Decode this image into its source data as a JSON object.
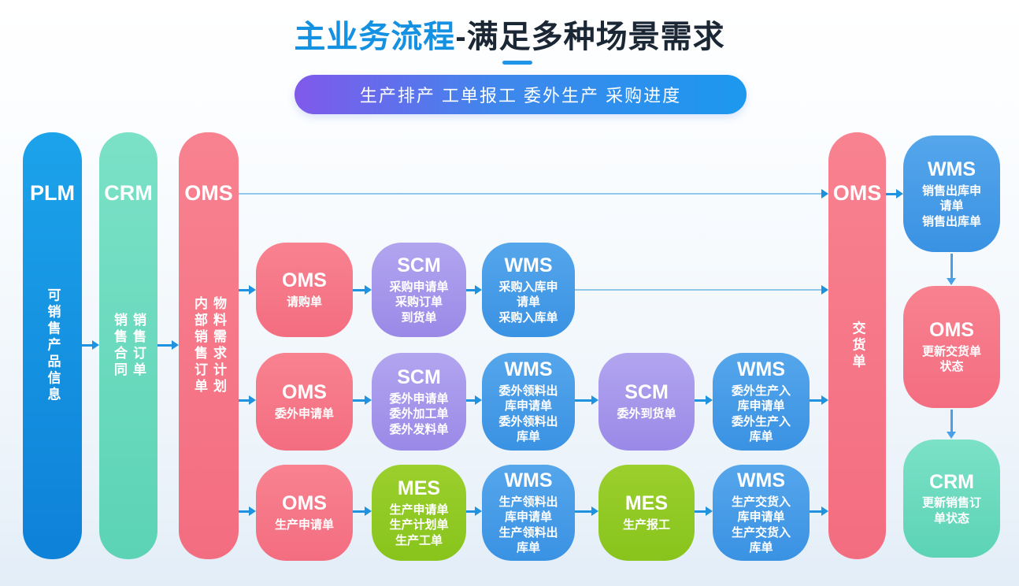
{
  "title": {
    "highlight": "主业务流程",
    "rest": "-满足多种场景需求"
  },
  "pill": {
    "text": "生产排产 工单报工 委外生产 采购进度"
  },
  "left_bars": [
    {
      "heading": "PLM",
      "vertical_text": [
        "可销售产品信息"
      ]
    },
    {
      "heading": "CRM",
      "vertical_text": [
        "销售订单",
        "销售合同"
      ]
    },
    {
      "heading": "OMS",
      "vertical_text": [
        "物料需求计划",
        "内部销售订单"
      ]
    }
  ],
  "flow_rows": [
    {
      "name": "procurement",
      "boxes": [
        {
          "system": "OMS",
          "docs": [
            "请购单"
          ]
        },
        {
          "system": "SCM",
          "docs": [
            "采购申请单",
            "采购订单",
            "到货单"
          ]
        },
        {
          "system": "WMS",
          "docs": [
            "采购入库申请单",
            "采购入库单"
          ]
        }
      ]
    },
    {
      "name": "outsourcing",
      "boxes": [
        {
          "system": "OMS",
          "docs": [
            "委外申请单"
          ]
        },
        {
          "system": "SCM",
          "docs": [
            "委外申请单",
            "委外加工单",
            "委外发料单"
          ]
        },
        {
          "system": "WMS",
          "docs": [
            "委外领料出库申请单",
            "委外领料出库单"
          ]
        },
        {
          "system": "SCM",
          "docs": [
            "委外到货单"
          ]
        },
        {
          "system": "WMS",
          "docs": [
            "委外生产入库申请单",
            "委外生产入库单"
          ]
        }
      ]
    },
    {
      "name": "production",
      "boxes": [
        {
          "system": "OMS",
          "docs": [
            "生产申请单"
          ]
        },
        {
          "system": "MES",
          "docs": [
            "生产申请单",
            "生产计划单",
            "生产工单"
          ]
        },
        {
          "system": "WMS",
          "docs": [
            "生产领料出库申请单",
            "生产领料出库单"
          ]
        },
        {
          "system": "MES",
          "docs": [
            "生产报工"
          ]
        },
        {
          "system": "WMS",
          "docs": [
            "生产交货入库申请单",
            "生产交货入库单"
          ]
        }
      ]
    }
  ],
  "delivery_bar": {
    "heading": "OMS",
    "vertical_text": [
      "交货单"
    ]
  },
  "right_boxes": [
    {
      "system": "WMS",
      "docs": [
        "销售出库申请单",
        "销售出库单"
      ]
    },
    {
      "system": "OMS",
      "docs": [
        "更新交货单状态"
      ]
    },
    {
      "system": "CRM",
      "docs": [
        "更新销售订单状态"
      ]
    }
  ],
  "colors": {
    "title_highlight": "#1591E2",
    "title_rest": "#1B2734",
    "pill_gradient_left": "#8059EB",
    "pill_gradient_right": "#1C98EF",
    "plm_blue": "#1488DC",
    "crm_teal": "#6CDCC0",
    "oms_pink": "#F67A8A",
    "scm_purple": "#A595EB",
    "wms_blue": "#459BE7",
    "mes_green": "#90CA24",
    "arrow_blue": "#2093E0",
    "arrow_light": "#8FC7ED"
  }
}
